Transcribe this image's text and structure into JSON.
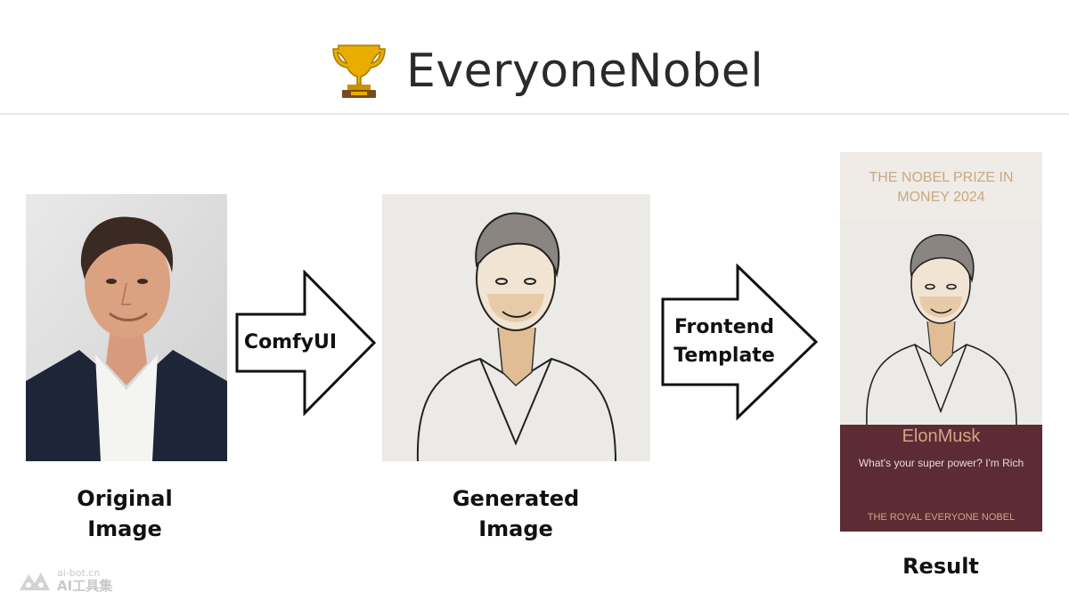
{
  "brand": {
    "title": "EveryoneNobel",
    "icon": "trophy-icon",
    "color": "#e2a800"
  },
  "steps": {
    "original_caption_line1": "Original",
    "original_caption_line2": "Image",
    "generated_caption_line1": "Generated",
    "generated_caption_line2": "Image",
    "result_caption": "Result"
  },
  "arrows": {
    "first_label": "ComfyUI",
    "second_label_line1": "Frontend",
    "second_label_line2": "Template"
  },
  "result_card": {
    "heading_line1": "THE NOBEL PRIZE IN",
    "heading_line2": "MONEY 2024",
    "name": "ElonMusk",
    "superpower": "What's your super power? I'm Rich",
    "organization": "THE ROYAL EVERYONE NOBEL",
    "accent_color": "#5c2b34",
    "gold_color": "#cfa785"
  },
  "watermark": {
    "line1": "ai-bot.cn",
    "line2": "AI工具集"
  }
}
